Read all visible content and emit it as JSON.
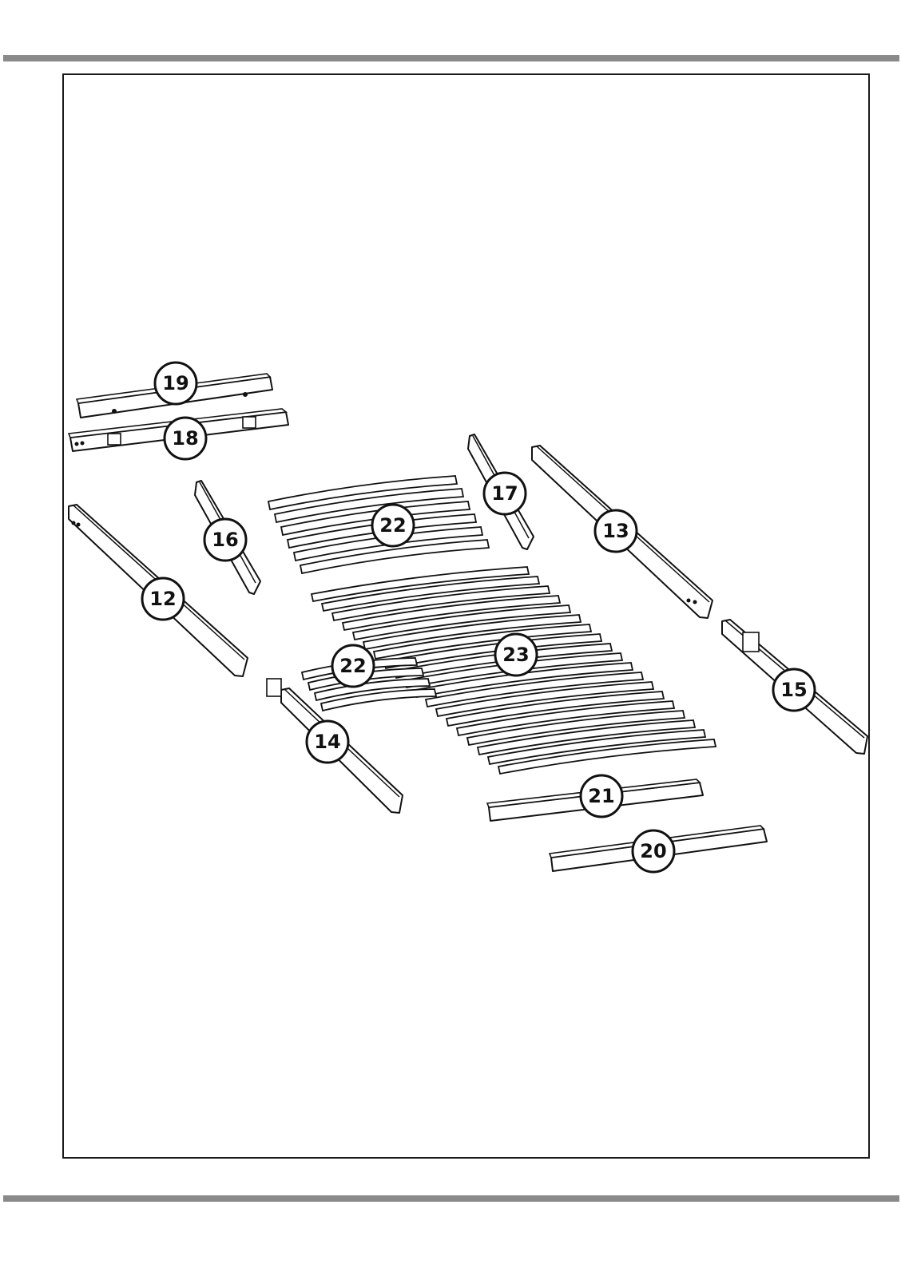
{
  "callouts": [
    {
      "id": "19",
      "label": "19"
    },
    {
      "id": "18",
      "label": "18"
    },
    {
      "id": "17",
      "label": "17"
    },
    {
      "id": "16",
      "label": "16"
    },
    {
      "id": "13",
      "label": "13"
    },
    {
      "id": "12",
      "label": "12"
    },
    {
      "id": "22a",
      "label": "22"
    },
    {
      "id": "22b",
      "label": "22"
    },
    {
      "id": "23",
      "label": "23"
    },
    {
      "id": "15",
      "label": "15"
    },
    {
      "id": "14",
      "label": "14"
    },
    {
      "id": "21",
      "label": "21"
    },
    {
      "id": "20",
      "label": "20"
    }
  ]
}
